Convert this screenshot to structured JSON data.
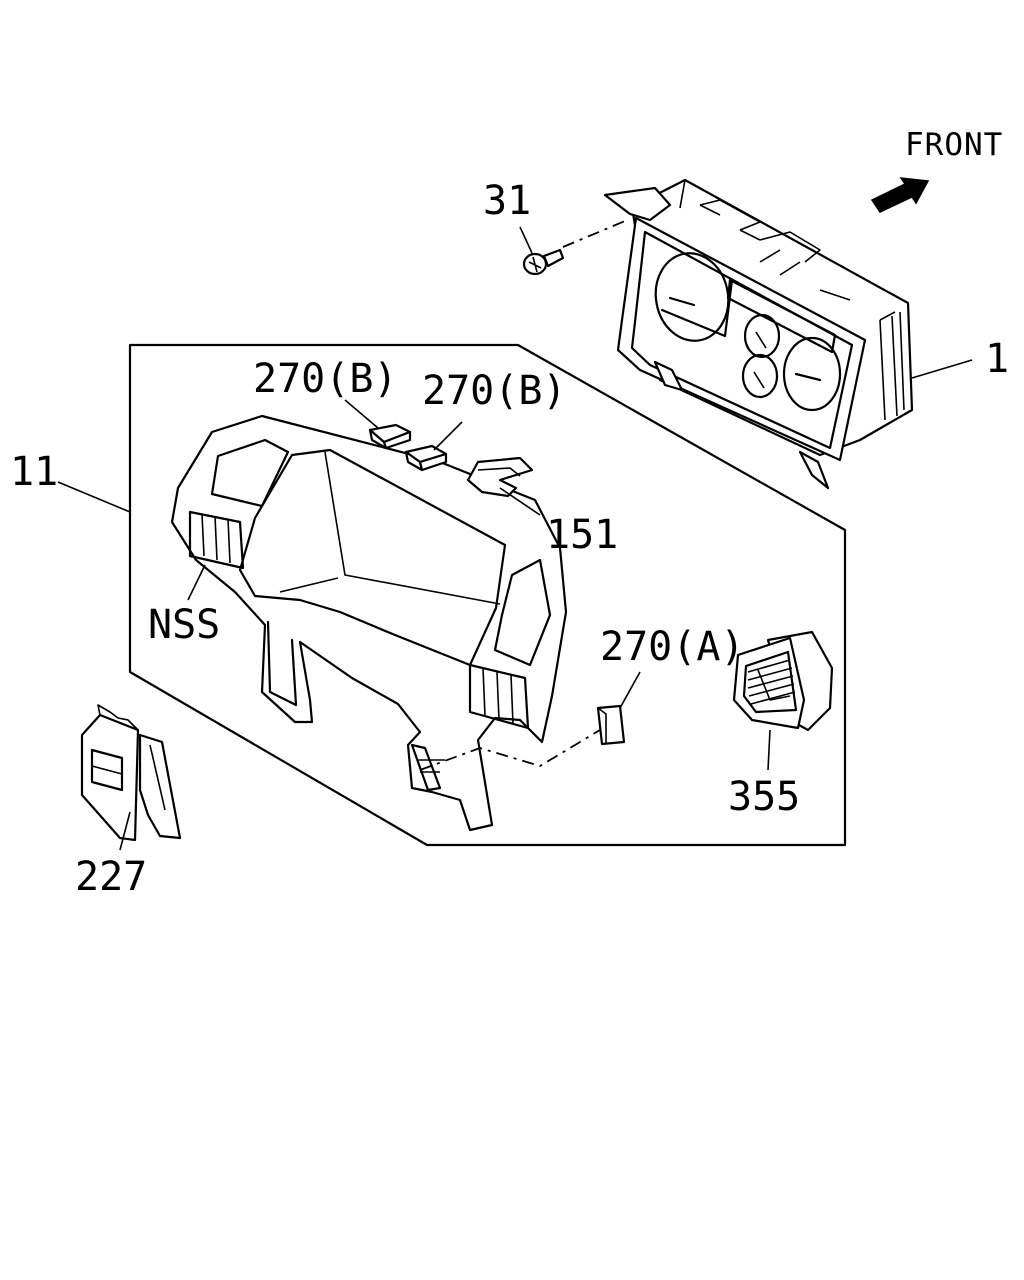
{
  "front_label": "FRONT",
  "parts": {
    "p1": "1",
    "p31": "31",
    "p11": "11",
    "p270b_1": "270(B)",
    "p270b_2": "270(B)",
    "p151": "151",
    "nss": "NSS",
    "p270a": "270(A)",
    "p355": "355",
    "p227": "227"
  }
}
